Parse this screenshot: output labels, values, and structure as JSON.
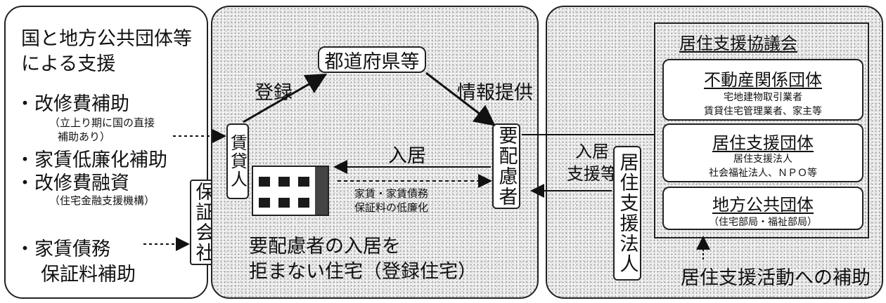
{
  "left_panel": {
    "title": [
      "国と地方公共団体等",
      "による支援"
    ],
    "items": [
      {
        "label": "・改修費補助",
        "note": [
          "（立上り期に国の直接",
          "補助あり）"
        ]
      },
      {
        "label": "・家賃低廉化補助",
        "note": []
      },
      {
        "label": "・改修費融資",
        "note": [
          "（住宅金融支援機構）"
        ]
      }
    ],
    "guarantee_item": [
      "・家賃債務",
      "保証料補助"
    ]
  },
  "guarantee_company": "保証会社",
  "center_panel": {
    "prefecture": "都道府県等",
    "register": "登録",
    "info": "情報提供",
    "landlord": "賃貸人",
    "move_in": "入居",
    "reduction": [
      "家賃・家賃債務",
      "保証料の低廉化"
    ],
    "housing_caption": [
      "要配慮者の入居を",
      "拒まない住宅（登録住宅）"
    ],
    "persons_needing_care": "要配慮者"
  },
  "support_corp": "居住支援法人",
  "support_label": [
    "入居",
    "支援等"
  ],
  "right_panel": {
    "council_title": "居住支援協議会",
    "groups": [
      {
        "title": "不動産関係団体",
        "lines": [
          "宅地建物取引業者",
          "賃貸住宅管理業者、家主等"
        ]
      },
      {
        "title": "居住支援団体",
        "lines": [
          "居住支援法人",
          "社会福祉法人、ＮＰＯ等"
        ]
      },
      {
        "title": "地方公共団体",
        "lines": [
          "（住宅部局・福祉部局）"
        ]
      }
    ],
    "subsidy": "居住支援活動への補助"
  }
}
